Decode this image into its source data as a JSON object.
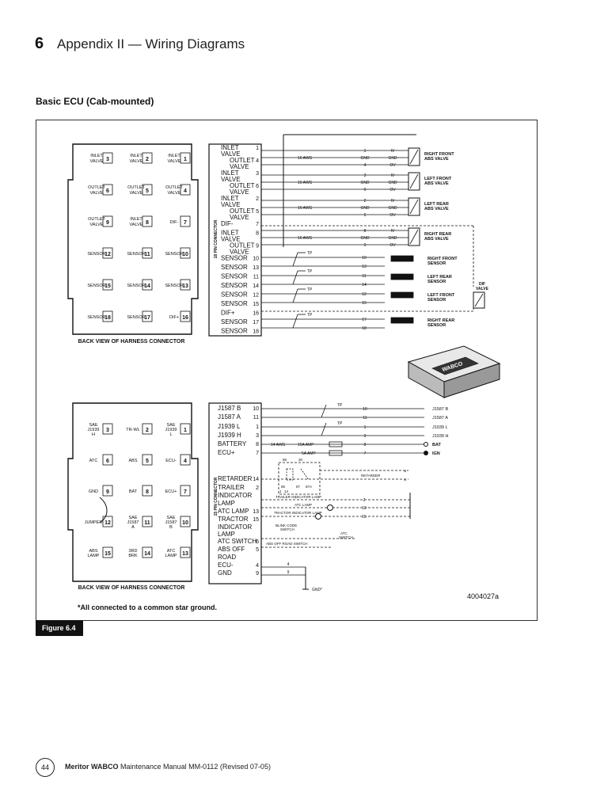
{
  "header": {
    "section_number": "6",
    "title": "Appendix II — Wiring Diagrams"
  },
  "section_title": "Basic ECU (Cab-mounted)",
  "figure_label": "Figure 6.4",
  "drawing_number": "4004027a",
  "footnote": "*All connected to a common star ground.",
  "footer": {
    "page_number": "44",
    "brand": "Meritor WABCO",
    "manual": "Maintenance Manual MM-0112 (Revised 07-05)"
  },
  "top_diagram": {
    "back_view_label": "BACK VIEW OF HARNESS CONNECTOR",
    "connector_label": "18 PIN CONNECTOR",
    "grid": [
      {
        "l1": "INLET",
        "l2": "VALVE",
        "n": "3"
      },
      {
        "l1": "INLET",
        "l2": "VALVE",
        "n": "2"
      },
      {
        "l1": "INLET",
        "l2": "VALVE",
        "n": "1"
      },
      {
        "l1": "OUTLET",
        "l2": "VALVE",
        "n": "6"
      },
      {
        "l1": "OUTLET",
        "l2": "VALVE",
        "n": "5"
      },
      {
        "l1": "OUTLET",
        "l2": "VALVE",
        "n": "4"
      },
      {
        "l1": "OUTLET",
        "l2": "VALVE",
        "n": "9"
      },
      {
        "l1": "INLET",
        "l2": "VALVE",
        "n": "8"
      },
      {
        "l1": "DIF-",
        "l2": "",
        "n": "7"
      },
      {
        "l1": "SENSOR",
        "l2": "",
        "n": "12"
      },
      {
        "l1": "SENSOR",
        "l2": "",
        "n": "11"
      },
      {
        "l1": "SENSOR",
        "l2": "",
        "n": "10"
      },
      {
        "l1": "SENSOR",
        "l2": "",
        "n": "15"
      },
      {
        "l1": "SENSOR",
        "l2": "",
        "n": "14"
      },
      {
        "l1": "SENSOR",
        "l2": "",
        "n": "13"
      },
      {
        "l1": "SENSOR",
        "l2": "",
        "n": "18"
      },
      {
        "l1": "SENSOR",
        "l2": "",
        "n": "17"
      },
      {
        "l1": "DIF+",
        "l2": "",
        "n": "16"
      }
    ],
    "pins": [
      {
        "l1": "INLET",
        "l2": "VALVE",
        "n": "1"
      },
      {
        "l1": "OUTLET",
        "l2": "VALVE",
        "n": "4"
      },
      {
        "l1": "INLET",
        "l2": "VALVE",
        "n": "3"
      },
      {
        "l1": "OUTLET",
        "l2": "VALVE",
        "n": "6"
      },
      {
        "l1": "INLET",
        "l2": "VALVE",
        "n": "2"
      },
      {
        "l1": "OUTLET",
        "l2": "VALVE",
        "n": "5"
      },
      {
        "l1": "DIF-",
        "l2": "",
        "n": "7"
      },
      {
        "l1": "INLET",
        "l2": "VALVE",
        "n": "8"
      },
      {
        "l1": "OUTLET",
        "l2": "VALVE",
        "n": "9"
      },
      {
        "l1": "SENSOR",
        "l2": "",
        "n": "10"
      },
      {
        "l1": "SENSOR",
        "l2": "",
        "n": "13"
      },
      {
        "l1": "SENSOR",
        "l2": "",
        "n": "11"
      },
      {
        "l1": "SENSOR",
        "l2": "",
        "n": "14"
      },
      {
        "l1": "SENSOR",
        "l2": "",
        "n": "12"
      },
      {
        "l1": "SENSOR",
        "l2": "",
        "n": "15"
      },
      {
        "l1": "DIF+",
        "l2": "",
        "n": "16"
      },
      {
        "l1": "SENSOR",
        "l2": "",
        "n": "17"
      },
      {
        "l1": "SENSOR",
        "l2": "",
        "n": "18"
      }
    ],
    "wire_gauge": "16 AWG",
    "valve_wires": [
      "1",
      "GND",
      "4",
      "3",
      "GND",
      "6",
      "2",
      "GND",
      "5",
      "8",
      "GND",
      "9"
    ],
    "valve_wire_labels": [
      "IV",
      "GND",
      "OV"
    ],
    "valves": [
      {
        "l1": "RIGHT FRONT",
        "l2": "ABS VALVE"
      },
      {
        "l1": "LEFT FRONT",
        "l2": "ABS VALVE"
      },
      {
        "l1": "LEFT REAR",
        "l2": "ABS VALVE"
      },
      {
        "l1": "RIGHT REAR",
        "l2": "ABS VALVE"
      }
    ],
    "tp": "TP",
    "sensor_wires": [
      "10",
      "13",
      "11",
      "14",
      "12",
      "15",
      "17",
      "18"
    ],
    "sensors": [
      {
        "l1": "RIGHT FRONT",
        "l2": "SENSOR"
      },
      {
        "l1": "LEFT REAR",
        "l2": "SENSOR"
      },
      {
        "l1": "LEFT FRONT",
        "l2": "SENSOR"
      },
      {
        "l1": "RIGHT REAR",
        "l2": "SENSOR"
      }
    ],
    "dif_valve": {
      "l1": "DIF",
      "l2": "VALVE"
    },
    "ecu_brand": "WABCO"
  },
  "bottom_diagram": {
    "back_view_label": "BACK VIEW OF HARNESS CONNECTOR",
    "connector_label": "15 PIN CONNECTOR",
    "grid": [
      {
        "l1": "SAE",
        "l2": "J1939",
        "l3": "H",
        "n": "3"
      },
      {
        "l1": "TR-WL",
        "l2": "",
        "l3": "",
        "n": "2"
      },
      {
        "l1": "SAE",
        "l2": "J1939",
        "l3": "L",
        "n": "1"
      },
      {
        "l1": "ATC",
        "l2": "",
        "l3": "",
        "n": "6"
      },
      {
        "l1": "ABS",
        "l2": "",
        "l3": "",
        "n": "5"
      },
      {
        "l1": "ECU-",
        "l2": "",
        "l3": "",
        "n": "4"
      },
      {
        "l1": "GND",
        "l2": "",
        "l3": "",
        "n": "9"
      },
      {
        "l1": "BAT",
        "l2": "",
        "l3": "",
        "n": "8"
      },
      {
        "l1": "ECU+",
        "l2": "",
        "l3": "",
        "n": "7"
      },
      {
        "l1": "JUMPER",
        "l2": "",
        "l3": "",
        "n": "12"
      },
      {
        "l1": "SAE",
        "l2": "J1587",
        "l3": "A",
        "n": "11"
      },
      {
        "l1": "SAE",
        "l2": "J1587",
        "l3": "B",
        "n": "10"
      },
      {
        "l1": "ABS",
        "l2": "LAMP",
        "l3": "",
        "n": "15"
      },
      {
        "l1": "3RD",
        "l2": "BRK",
        "l3": "",
        "n": "14"
      },
      {
        "l1": "ATC",
        "l2": "LAMP",
        "l3": "",
        "n": "13"
      }
    ],
    "pins": [
      {
        "l1": "J1587 B",
        "n": "10"
      },
      {
        "l1": "J1587 A",
        "n": "11"
      },
      {
        "l1": "J1939 L",
        "n": "1"
      },
      {
        "l1": "J1939 H",
        "n": "3"
      },
      {
        "l1": "BATTERY",
        "n": "8"
      },
      {
        "l1": "ECU+",
        "n": "7"
      },
      {
        "l1": "RETARDER",
        "n": "14"
      },
      {
        "l1": "TRAILER",
        "n": "2"
      },
      {
        "l1": "INDICATOR",
        "n": ""
      },
      {
        "l1": "LAMP",
        "n": ""
      },
      {
        "l1": "ATC LAMP",
        "n": "13"
      },
      {
        "l1": "TRACTOR",
        "n": "15"
      },
      {
        "l1": "INDICATOR",
        "n": ""
      },
      {
        "l1": "LAMP",
        "n": ""
      },
      {
        "l1": "ATC SWITCH",
        "n": "6"
      },
      {
        "l1": "ABS OFF",
        "n": "5"
      },
      {
        "l1": "ROAD",
        "n": ""
      },
      {
        "l1": "ECU-",
        "n": "4"
      },
      {
        "l1": "GND",
        "n": "9"
      }
    ],
    "right_wires": [
      "10",
      "11",
      "1",
      "3",
      "8",
      "7"
    ],
    "right_labels": [
      "J1587 B",
      "J1587 A",
      "J1939 L",
      "J1939 H",
      "BAT",
      "IGN"
    ],
    "amp_14": "14 AWG",
    "amp_15": "15A AMP",
    "amp_5": "5A AMP",
    "relay_pins": [
      "86",
      "30",
      "85",
      "87",
      "87A"
    ],
    "retarder": "RETARDER",
    "trailer_lamp": "TRAILER INDICATOR LAMP",
    "atc_lamp": "ATC LAMP",
    "tractor_lamp": "TRACTOR INDICATOR LAMP",
    "blink_switch": {
      "l1": "BLINK CODE",
      "l2": "SWITCH"
    },
    "atc_switch": {
      "l1": "ATC",
      "l2": "SWITCH"
    },
    "abs_off_switch": "ABS OFF ROAD SWITCH",
    "gnd": "GND*",
    "lamp_wires": [
      "2",
      "13",
      "15"
    ],
    "gnd_wires": [
      "4",
      "9"
    ],
    "small_pins": [
      "1",
      "14"
    ]
  }
}
